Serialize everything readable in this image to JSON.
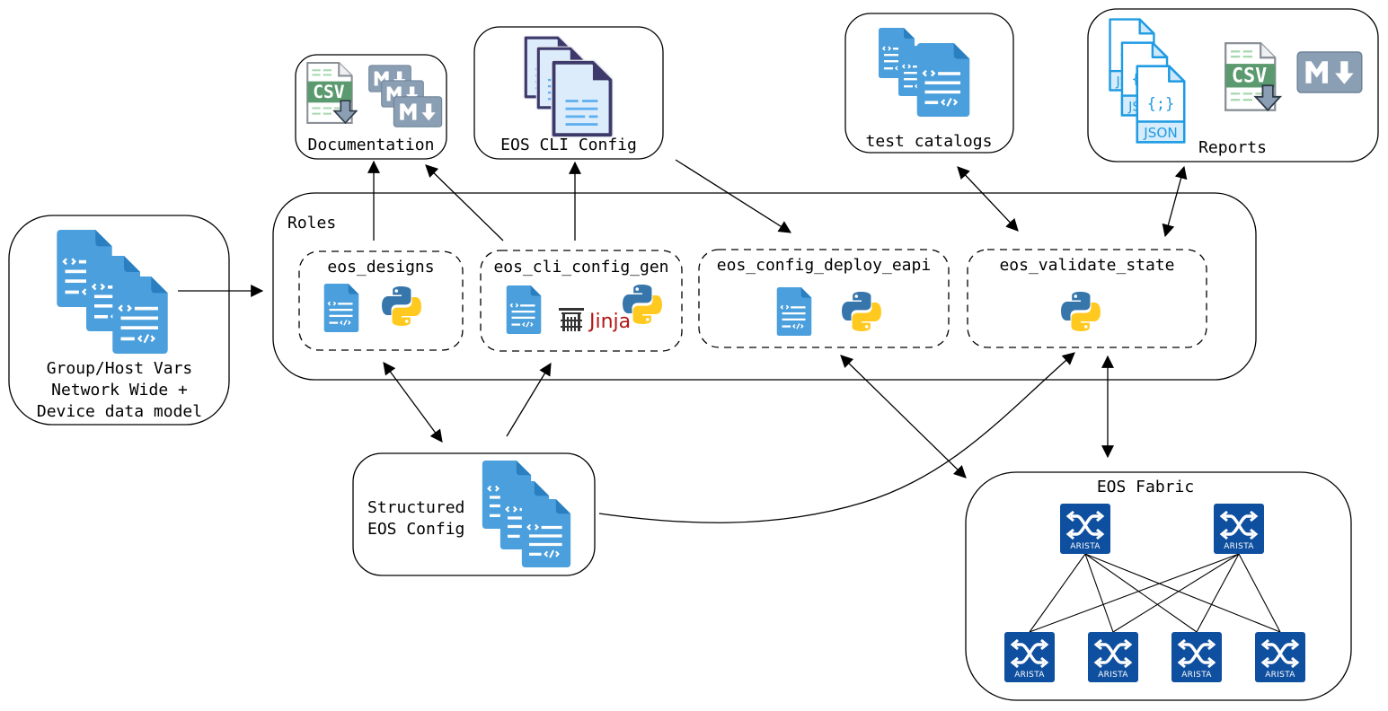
{
  "nodes": {
    "documentation": {
      "label": "Documentation",
      "icons": [
        "csv-file-icon",
        "markdown-icon",
        "markdown-icon",
        "markdown-icon"
      ]
    },
    "eos_cli_config": {
      "label": "EOS CLI Config",
      "icons": [
        "config-file-icon",
        "config-file-icon",
        "config-file-icon"
      ]
    },
    "test_catalogs": {
      "label": "test catalogs",
      "icons": [
        "code-file-icon",
        "code-file-icon",
        "code-file-icon"
      ]
    },
    "reports": {
      "label": "Reports",
      "icons": [
        "json-file-icon",
        "json-file-icon",
        "json-file-icon",
        "csv-file-icon",
        "markdown-icon"
      ],
      "json_badge": "JSON",
      "json_glyph": "{;}"
    },
    "group_host_vars": {
      "lines": [
        "Group/Host Vars",
        "Network Wide +",
        "Device data model"
      ]
    },
    "structured_config": {
      "lines": [
        "Structured",
        "EOS Config"
      ]
    },
    "eos_fabric": {
      "label": "EOS Fabric",
      "switch_brand": "ARISTA",
      "spines": 2,
      "leaves": 4
    }
  },
  "roles": {
    "title": "Roles",
    "items": [
      {
        "id": "eos_designs",
        "label": "eos_designs",
        "icons": [
          "code-file-icon",
          "python-icon"
        ]
      },
      {
        "id": "eos_cli_config_gen",
        "label": "eos_cli_config_gen",
        "icons": [
          "code-file-icon",
          "jinja-icon",
          "python-icon"
        ],
        "jinja_text": "Jinja"
      },
      {
        "id": "eos_config_deploy_eapi",
        "label": "eos_config_deploy_eapi",
        "icons": [
          "code-file-icon",
          "python-icon"
        ]
      },
      {
        "id": "eos_validate_state",
        "label": "eos_validate_state",
        "icons": [
          "python-icon"
        ]
      }
    ]
  },
  "icon_text": {
    "csv": "CSV",
    "markdown": "M↓"
  },
  "colors": {
    "file_blue": "#4a9fdc",
    "file_blue_dark": "#2e86c8",
    "csv_green": "#5b9a6e",
    "markdown_gray": "#8a9fb4",
    "config_navy": "#3d3a6b",
    "config_light": "#dcecfb",
    "json_blue": "#1f9be3",
    "arista_blue": "#0f4f9f",
    "python_blue": "#3776ab",
    "python_yellow": "#ffc91f",
    "jinja_red": "#b41717"
  },
  "edges": [
    {
      "from": "group_host_vars",
      "to": "roles",
      "direction": "forward"
    },
    {
      "from": "eos_designs",
      "to": "documentation",
      "direction": "forward"
    },
    {
      "from": "eos_cli_config_gen",
      "to": "documentation",
      "direction": "forward"
    },
    {
      "from": "eos_cli_config_gen",
      "to": "eos_cli_config",
      "direction": "forward"
    },
    {
      "from": "eos_cli_config",
      "to": "eos_config_deploy_eapi",
      "direction": "forward"
    },
    {
      "from": "test_catalogs",
      "to": "eos_validate_state",
      "direction": "both"
    },
    {
      "from": "reports",
      "to": "eos_validate_state",
      "direction": "both"
    },
    {
      "from": "eos_designs",
      "to": "structured_config",
      "direction": "both"
    },
    {
      "from": "structured_config",
      "to": "eos_cli_config_gen",
      "direction": "forward"
    },
    {
      "from": "structured_config",
      "to": "eos_validate_state",
      "direction": "forward"
    },
    {
      "from": "eos_config_deploy_eapi",
      "to": "eos_fabric",
      "direction": "both"
    },
    {
      "from": "eos_validate_state",
      "to": "eos_fabric",
      "direction": "both"
    }
  ]
}
